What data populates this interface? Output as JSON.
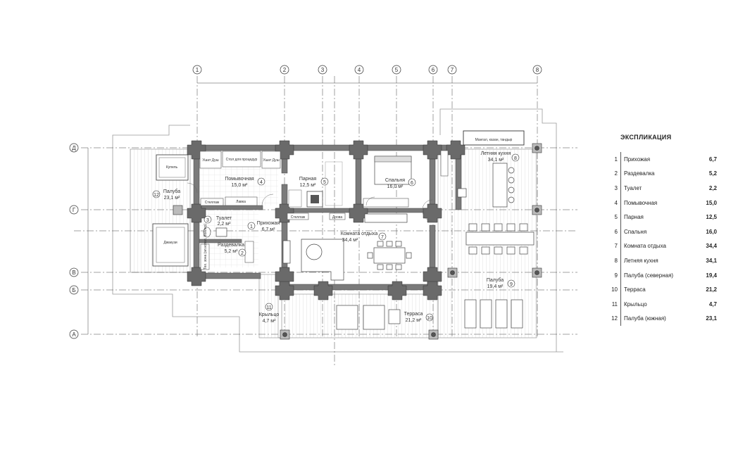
{
  "legend": {
    "title": "ЭКСПЛИКАЦИЯ",
    "rows": [
      {
        "n": "1",
        "name": "Прихожая",
        "area": "6,7"
      },
      {
        "n": "2",
        "name": "Раздевалка",
        "area": "5,2"
      },
      {
        "n": "3",
        "name": "Туалет",
        "area": "2,2"
      },
      {
        "n": "4",
        "name": "Помывочная",
        "area": "15,0"
      },
      {
        "n": "5",
        "name": "Парная",
        "area": "12,5"
      },
      {
        "n": "6",
        "name": "Спальня",
        "area": "16,0"
      },
      {
        "n": "7",
        "name": "Комната отдыха",
        "area": "34,4"
      },
      {
        "n": "8",
        "name": "Летняя кухня",
        "area": "34,1"
      },
      {
        "n": "9",
        "name": "Палуба (северная)",
        "area": "19,4"
      },
      {
        "n": "10",
        "name": "Терраса",
        "area": "21,2"
      },
      {
        "n": "11",
        "name": "Крыльцо",
        "area": "4,7"
      },
      {
        "n": "12",
        "name": "Палуба (южная)",
        "area": "23,1"
      }
    ]
  },
  "axes": {
    "columns": [
      "1",
      "2",
      "3",
      "4",
      "5",
      "6",
      "7",
      "8"
    ],
    "rows": [
      "Д",
      "Г",
      "В",
      "Б",
      "А"
    ]
  },
  "rooms": {
    "r1": {
      "num": "1",
      "name": "Прихожая",
      "area": "6,7 м²"
    },
    "r2": {
      "num": "2",
      "name": "Раздевалка",
      "area": "5,2 м²"
    },
    "r3": {
      "num": "3",
      "name": "Туалет",
      "area": "2,2 м²"
    },
    "r4": {
      "num": "4",
      "name": "Помывочная",
      "area": "15,0 м²"
    },
    "r5": {
      "num": "5",
      "name": "Парная",
      "area": "12,5 м²"
    },
    "r6": {
      "num": "6",
      "name": "Спальня",
      "area": "16,0 м²"
    },
    "r7": {
      "num": "7",
      "name": "Комната отдыха",
      "area": "34,4 м²"
    },
    "r8": {
      "num": "8",
      "name": "Летняя кухня",
      "area": "34,1 м²"
    },
    "r9": {
      "num": "9",
      "name": "Палуба",
      "area": "19,4 м²"
    },
    "r10": {
      "num": "10",
      "name": "Терраса",
      "area": "21,2 м²"
    },
    "r11": {
      "num": "11",
      "name": "Крыльцо",
      "area": "4,7 м²"
    },
    "r12": {
      "num": "12",
      "name": "Палуба",
      "area": "23,1 м²"
    }
  },
  "fixtures": {
    "kupel": "Купель",
    "jacuzzi": "Джакузи",
    "shower1": "Ушат Душ",
    "shower2": "Ушат Душ",
    "table": "Стол для процедур",
    "shelf1": "Стеллаж",
    "lavka": "Лавка",
    "shelf2": "Стеллаж",
    "drova": "Дрова",
    "bbq": "Мангал, казан, тандыр",
    "boiler": "Тех. зона (эл.котел, бойлер)"
  }
}
